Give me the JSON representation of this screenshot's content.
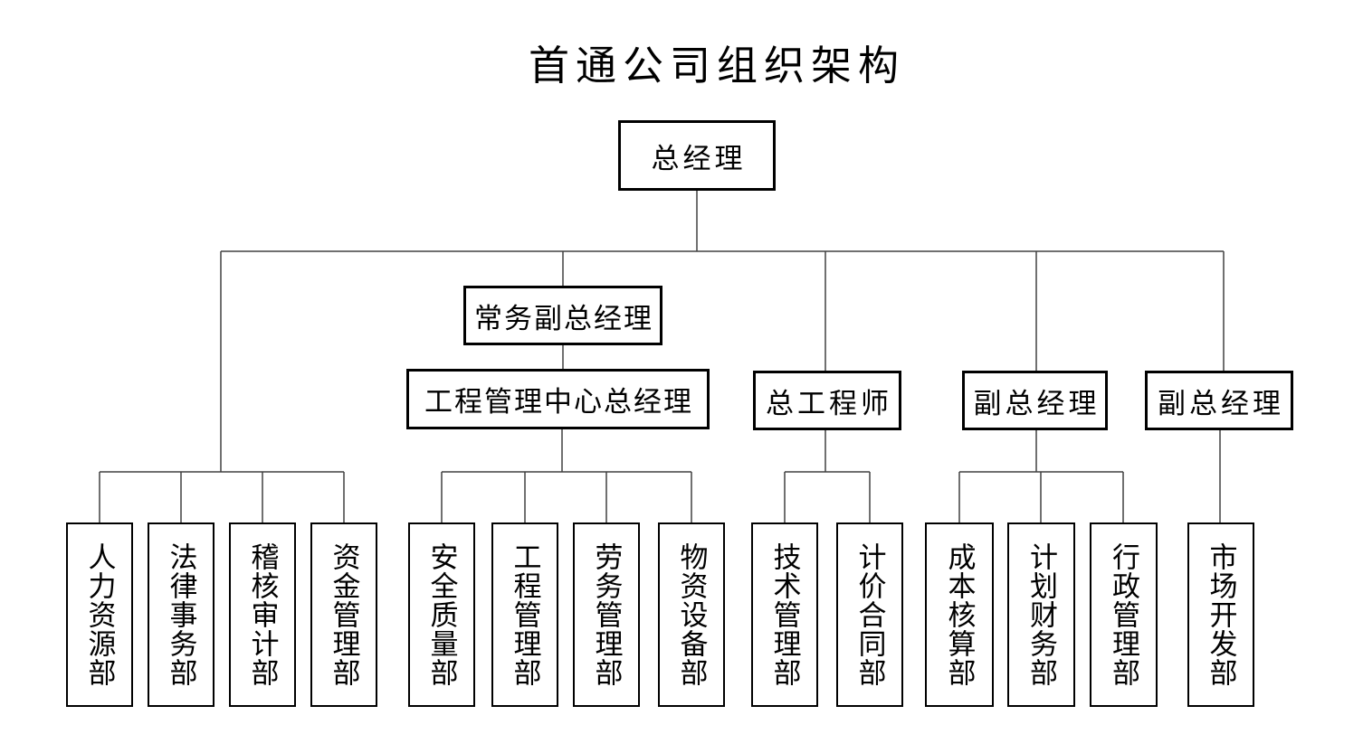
{
  "title": "首通公司组织架构",
  "org": {
    "root": {
      "label": "总经理"
    },
    "deputy": {
      "label": "常务副总经理"
    },
    "level3": [
      {
        "label": "工程管理中心总经理"
      },
      {
        "label": "总工程师"
      },
      {
        "label": "副总经理"
      },
      {
        "label": "副总经理"
      }
    ],
    "departments": [
      {
        "label": "人力资源部"
      },
      {
        "label": "法律事务部"
      },
      {
        "label": "稽核审计部"
      },
      {
        "label": "资金管理部"
      },
      {
        "label": "安全质量部"
      },
      {
        "label": "工程管理部"
      },
      {
        "label": "劳务管理部"
      },
      {
        "label": "物资设备部"
      },
      {
        "label": "技术管理部"
      },
      {
        "label": "计价合同部"
      },
      {
        "label": "成本核算部"
      },
      {
        "label": "计划财务部"
      },
      {
        "label": "行政管理部"
      },
      {
        "label": "市场开发部"
      }
    ]
  },
  "colors": {
    "background": "#ffffff",
    "line": "#404040",
    "border": "#000000",
    "text": "#000000"
  }
}
